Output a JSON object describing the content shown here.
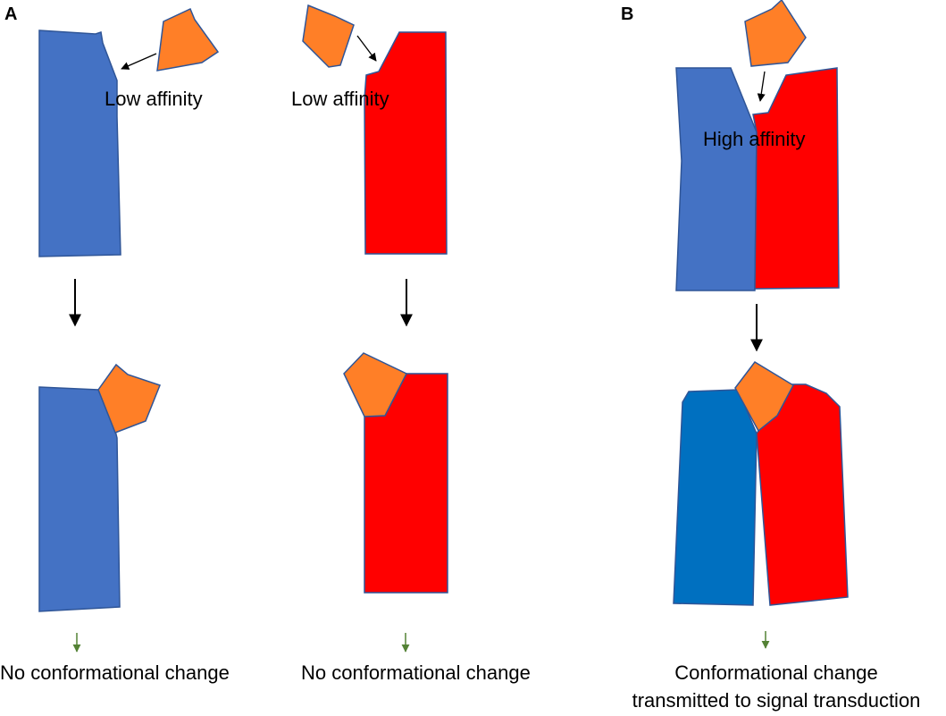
{
  "panels": {
    "a": {
      "letter": "A"
    },
    "b": {
      "letter": "B"
    }
  },
  "labels": {
    "low_affinity_blue": "Low affinity",
    "low_affinity_red": "Low affinity",
    "high_affinity": "High affinity",
    "no_change_blue": "No conformational change",
    "no_change_red": "No conformational change",
    "conformational_change_line1": "Conformational change",
    "conformational_change_line2": "transmitted to signal transduction"
  },
  "colors": {
    "blue_receptor": "#4472C4",
    "blue_receptor_dark": "#0070C0",
    "red_receptor": "#FF0000",
    "ligand": "#FF7F27",
    "outline": "#2F5597",
    "arrow": "#000000",
    "signal_arrow": "#548235"
  }
}
